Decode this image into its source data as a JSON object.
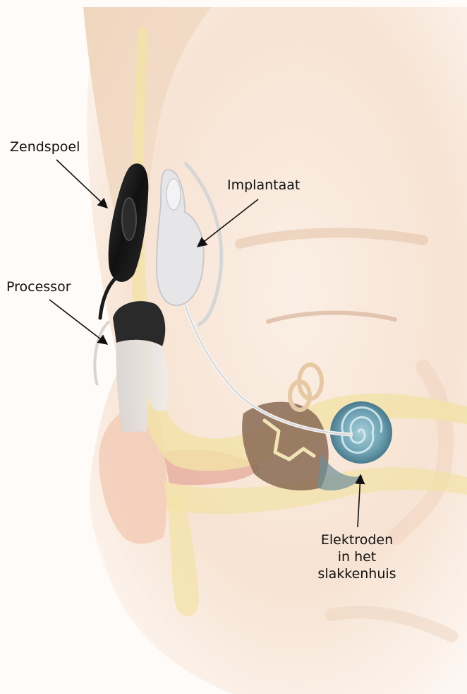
{
  "labels": {
    "zendspoel": "Zendspoel",
    "implantaat": "Implantaat",
    "processor": "Processor",
    "elektroden": [
      "Elektroden",
      "in het",
      "slakkenhuis"
    ]
  },
  "colors": {
    "skin": "#f8e6d8",
    "skin_shadow": "#efcdb6",
    "hair": "#e9c6a7",
    "bone": "#f3e2a8",
    "coil": "#141414",
    "implant": "#e6e6e8",
    "cochlea": "#5f95a8",
    "middle_ear": "#8a6a55",
    "arrow": "#111111"
  }
}
